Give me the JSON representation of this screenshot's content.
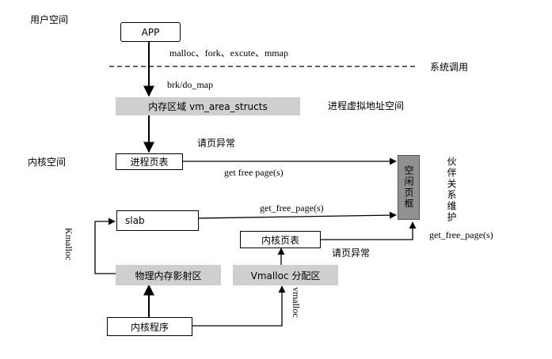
{
  "labels": {
    "user_space": "用户空间",
    "syscalls": "malloc、fork、excute、mmap",
    "syscall_layer": "系统调用",
    "brk_do_map": "brk/do_map",
    "virtual_address_space": "进程虚拟地址空间",
    "page_fault_top": "请页异常",
    "kernel_space": "内核空间",
    "get_free_pages_top": "get free page(s)",
    "get_free_pages_mid": "get_free_page(s)",
    "get_free_pages_right": "get_free_page(s)",
    "page_fault_bottom": "请页异常",
    "kmalloc": "Kmalloc",
    "vmalloc": "vmalloc",
    "buddy_system": "伙伴关系维护"
  },
  "boxes": {
    "app": "APP",
    "vm_area": "内存区域 vm_area_structs",
    "process_page_table": "进程页表",
    "free_frame": "空闲页框",
    "slab": "slab",
    "kernel_page_table": "内核页表",
    "phys_mapping": "物理内存影射区",
    "vmalloc_area": "Vmalloc 分配区",
    "kernel_program": "内核程序"
  }
}
